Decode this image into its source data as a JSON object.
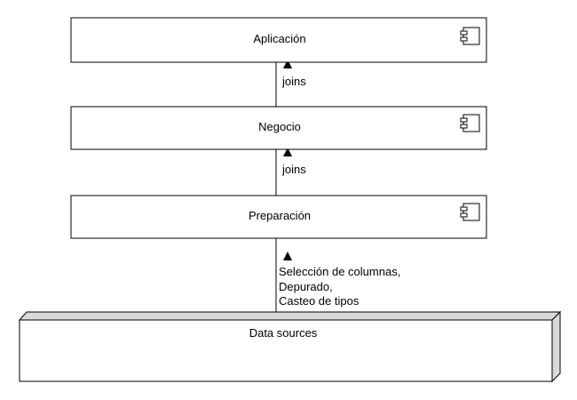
{
  "diagram": {
    "components": [
      {
        "id": "aplicacion",
        "label": "Aplicación",
        "icon": "component-icon"
      },
      {
        "id": "negocio",
        "label": "Negocio",
        "icon": "component-icon"
      },
      {
        "id": "preparacion",
        "label": "Preparación",
        "icon": "component-icon"
      }
    ],
    "node": {
      "id": "data-sources",
      "label": "Data sources"
    },
    "connectors": [
      {
        "from": "negocio",
        "to": "aplicacion",
        "label_lines": [
          "joins"
        ]
      },
      {
        "from": "preparacion",
        "to": "negocio",
        "label_lines": [
          "joins"
        ]
      },
      {
        "from": "data-sources",
        "to": "preparacion",
        "label_lines": [
          "Selección de columnas,",
          "Depurado,",
          "Casteo de tipos"
        ]
      }
    ]
  }
}
